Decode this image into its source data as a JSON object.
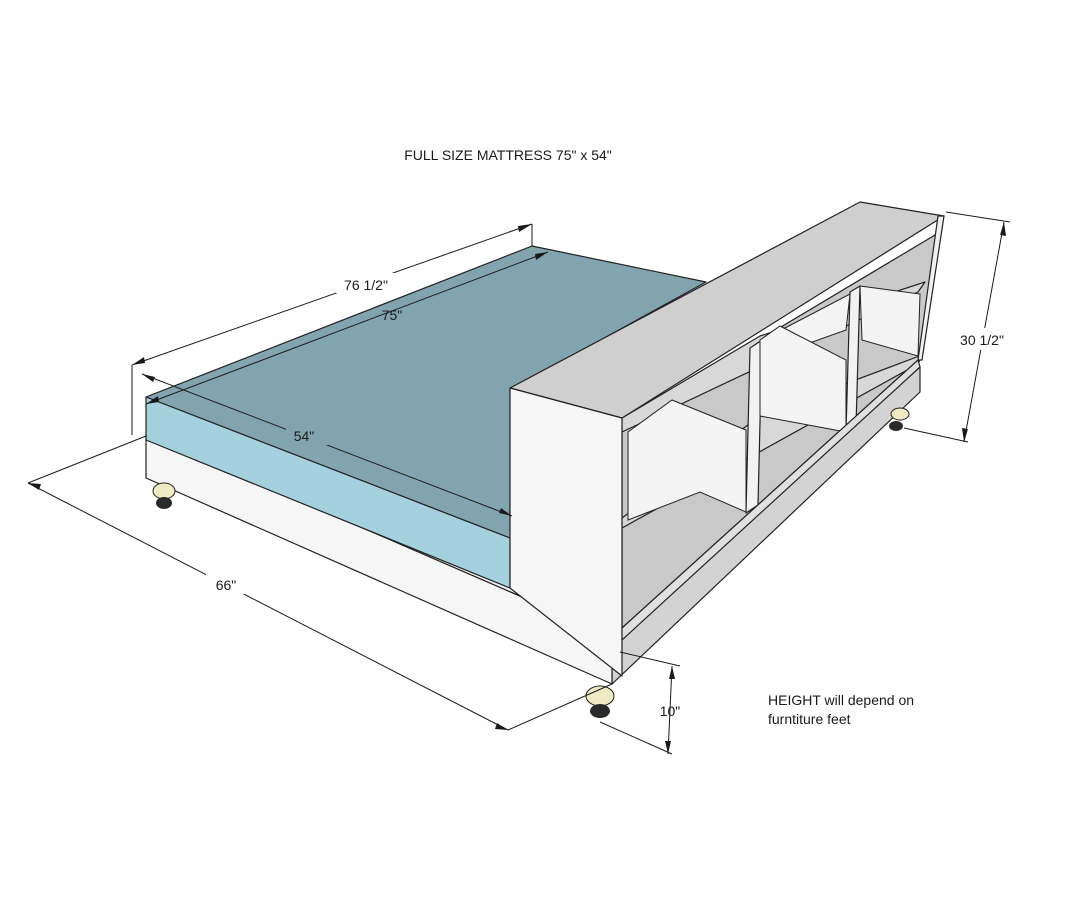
{
  "title": "FULL SIZE MATTRESS 75\" x 54\"",
  "dimensions": {
    "overall_length": "76 1/2\"",
    "mattress_length": "75\"",
    "mattress_width": "54\"",
    "overall_width": "66\"",
    "bookcase_height": "30 1/2\"",
    "base_height": "10\""
  },
  "note": {
    "line1": "HEIGHT will depend on",
    "line2": "furntiture feet"
  },
  "colors": {
    "mattress_top": "#82a4ae",
    "mattress_side": "#a5d1df",
    "frame_white": "#f6f6f6",
    "frame_grey": "#d3d3d3",
    "shelf_grey": "#c9c9c9",
    "foot_cream": "#efe9c4",
    "foot_dark": "#2a2a2a"
  }
}
